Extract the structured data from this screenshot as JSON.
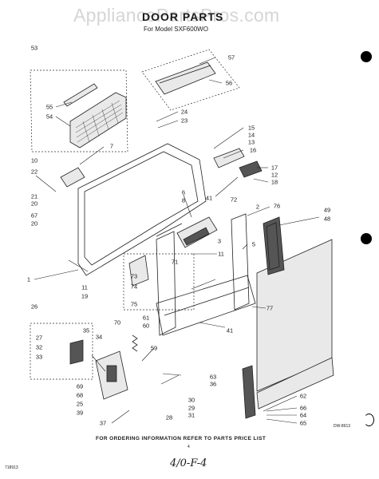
{
  "title": "DOOR PARTS",
  "subtitle": "For Model SXF600WO",
  "watermark": "AppliancePartsPros.com",
  "footer": "FOR ORDERING INFORMATION REFER TO PARTS PRICE LIST",
  "corner_code": "718913",
  "page_number": "4",
  "handwritten": "4/0-F-4",
  "drawing_number": "DW-8913",
  "part_numbers": [
    "53",
    "57",
    "56",
    "55",
    "54",
    "24",
    "23",
    "7",
    "15",
    "14",
    "13",
    "16",
    "10",
    "22",
    "21",
    "20",
    "67",
    "20",
    "17",
    "12",
    "18",
    "6",
    "8",
    "41",
    "72",
    "2",
    "76",
    "49",
    "48",
    "3",
    "5",
    "1",
    "73",
    "74",
    "75",
    "71",
    "11",
    "11",
    "19",
    "26",
    "70",
    "61",
    "60",
    "27",
    "35",
    "34",
    "32",
    "33",
    "69",
    "68",
    "25",
    "39",
    "59",
    "77",
    "41",
    "63",
    "36",
    "30",
    "29",
    "31",
    "37",
    "28",
    "62",
    "66",
    "64",
    "65"
  ]
}
